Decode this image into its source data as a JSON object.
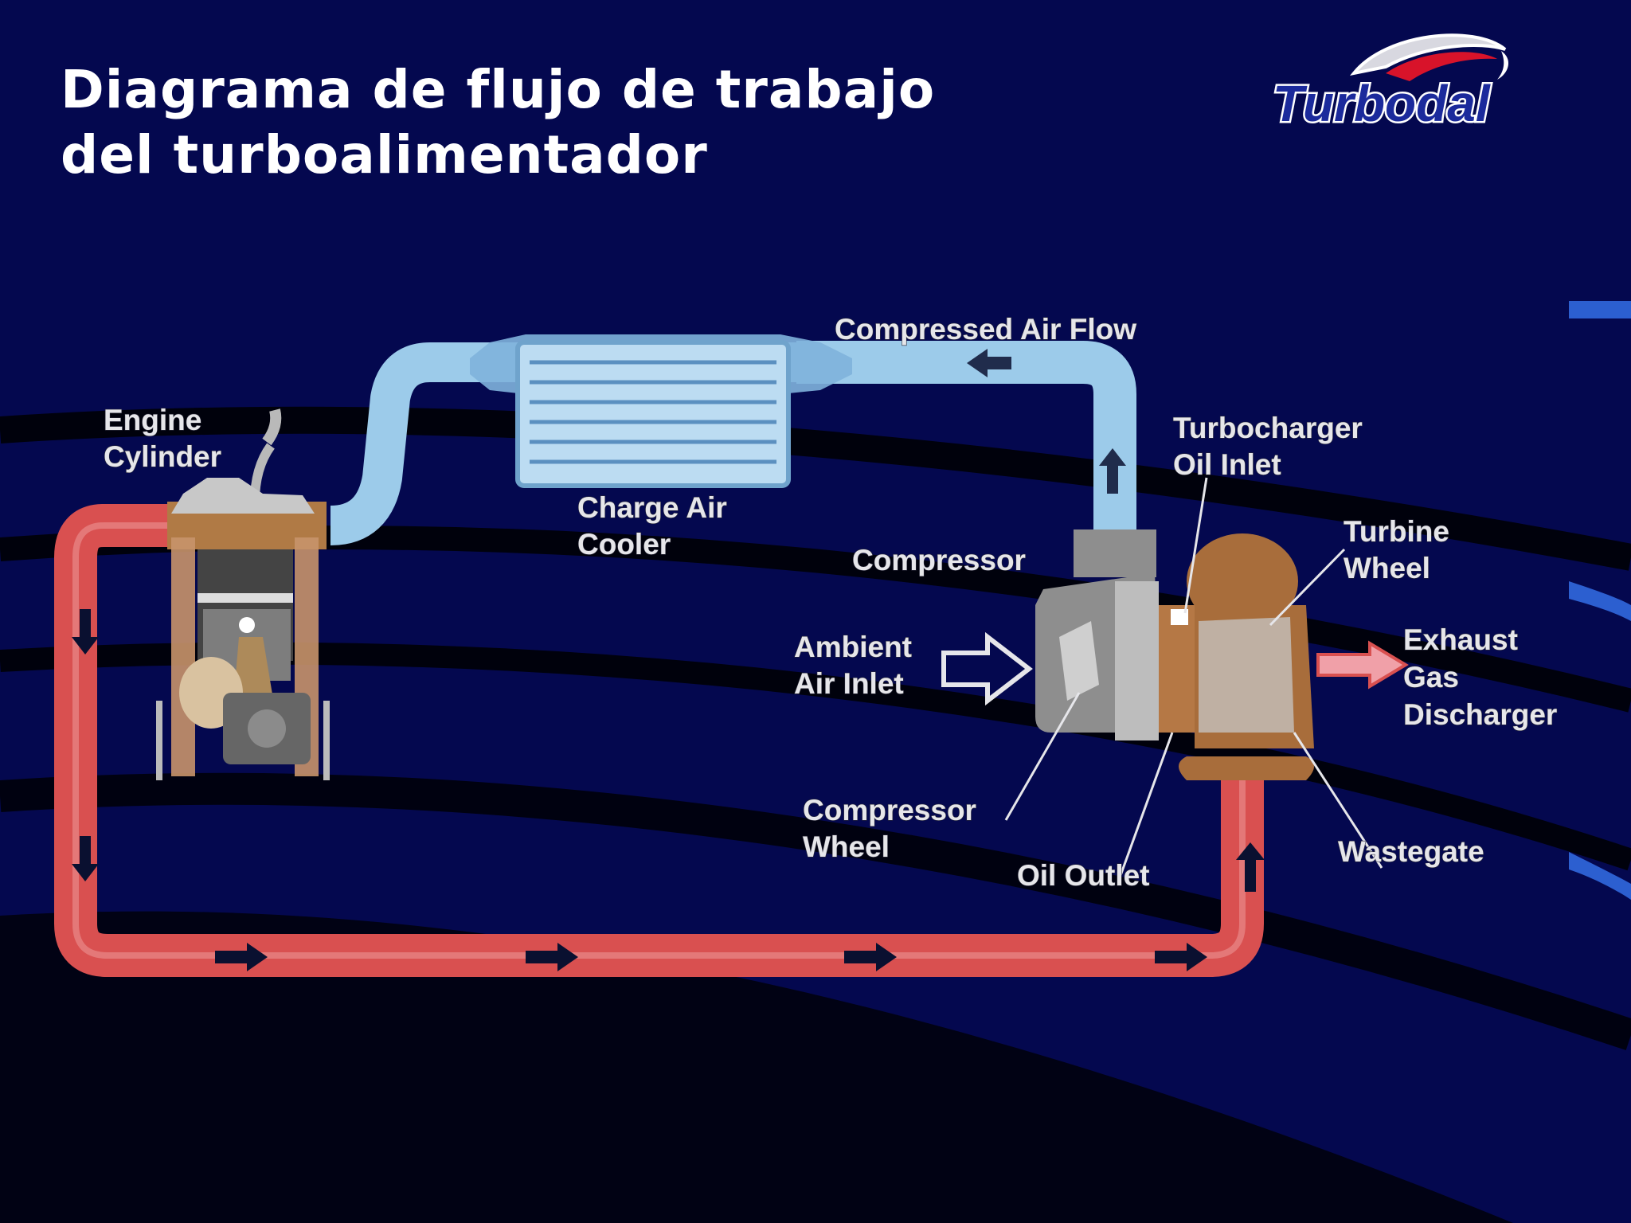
{
  "slide": {
    "title_line1": "Diagrama de flujo de trabajo",
    "title_line2": "del turboalimentador"
  },
  "logo": {
    "text": "Turbodal"
  },
  "diagram": {
    "labels": {
      "compressed_air_flow": "Compressed Air Flow",
      "engine_line1": "Engine",
      "engine_line2": "Cylinder",
      "charge_line1": "Charge Air",
      "charge_line2": "Cooler",
      "turbo_oil_line1": "Turbocharger",
      "turbo_oil_line2": "Oil Inlet",
      "turbine_line1": "Turbine",
      "turbine_line2": "Wheel",
      "compressor": "Compressor",
      "ambient_line1": "Ambient",
      "ambient_line2": "Air Inlet",
      "exhaust_line1": "Exhaust",
      "exhaust_line2": "Gas",
      "exhaust_line3": "Discharger",
      "compressor_wheel_line1": "Compressor",
      "compressor_wheel_line2": "Wheel",
      "oil_outlet": "Oil Outlet",
      "wastegate": "Wastegate"
    },
    "colors": {
      "air_duct": "#9ccbea",
      "exhaust_duct": "#d95050",
      "turbine_housing": "#a86d3b",
      "compressor_housing": "#8e8e8e",
      "background": "#04084f"
    }
  }
}
